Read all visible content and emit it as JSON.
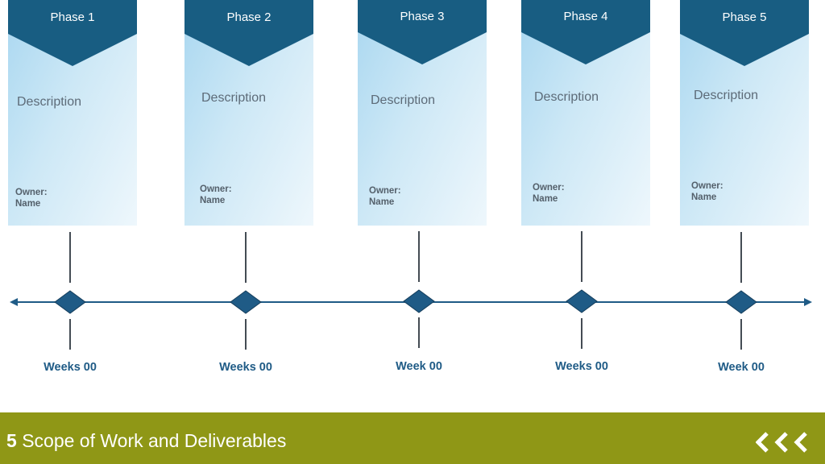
{
  "phases": [
    {
      "label": "Phase 1",
      "description": "Description",
      "owner_label": "Owner:",
      "owner_name": "Name",
      "duration": "Weeks 00"
    },
    {
      "label": "Phase 2",
      "description": "Description",
      "owner_label": "Owner:",
      "owner_name": "Name",
      "duration": "Weeks 00"
    },
    {
      "label": "Phase 3",
      "description": "Description",
      "owner_label": "Owner:",
      "owner_name": "Name",
      "duration": "Week 00"
    },
    {
      "label": "Phase 4",
      "description": "Description",
      "owner_label": "Owner:",
      "owner_name": "Name",
      "duration": "Weeks 00"
    },
    {
      "label": "Phase 5",
      "description": "Description",
      "owner_label": "Owner:",
      "owner_name": "Name",
      "duration": "Week 00"
    }
  ],
  "footer": {
    "number": "5",
    "title": "Scope of Work and Deliverables",
    "nav_icon": "triple-chevron-left-icon"
  },
  "colors": {
    "banner": "#185d82",
    "timeline": "#1f5b86",
    "footer": "#8f9716"
  }
}
